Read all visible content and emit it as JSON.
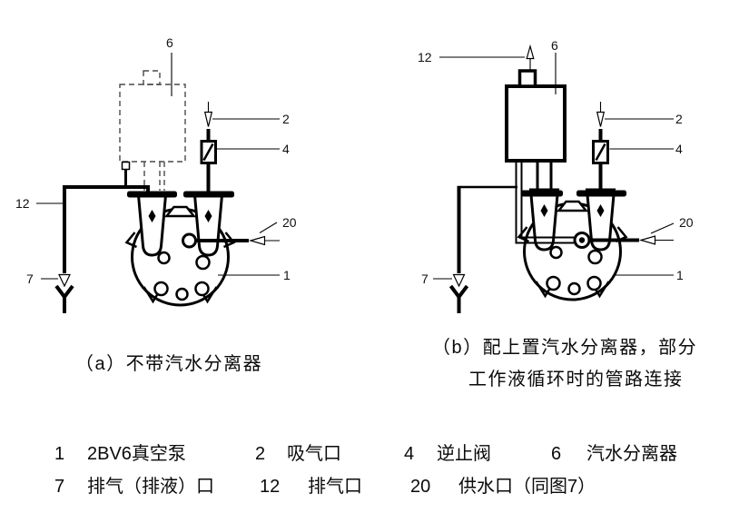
{
  "page": {
    "background": "#ffffff",
    "line_color": "#000000"
  },
  "diagram_a": {
    "caption": "（a）不带汽水分离器",
    "labels": {
      "separator": "6",
      "suction_port": "2",
      "check_valve": "4",
      "exhaust_port": "12",
      "drain_port": "7",
      "water_supply_port": "20",
      "pump": "1"
    }
  },
  "diagram_b": {
    "caption_line1": "（b）配上置汽水分离器，部分",
    "caption_line2": "工作液循环时的管路连接",
    "labels": {
      "exhaust_port": "12",
      "separator": "6",
      "suction_port": "2",
      "check_valve": "4",
      "drain_port": "7",
      "water_supply_port": "20",
      "pump": "1"
    }
  },
  "legend": {
    "row1": [
      {
        "num": "1",
        "term": "2BV6真空泵"
      },
      {
        "num": "2",
        "term": "吸气口"
      },
      {
        "num": "4",
        "term": "逆止阀"
      },
      {
        "num": "6",
        "term": "汽水分离器"
      }
    ],
    "row2": [
      {
        "num": "7",
        "term": "排气（排液）口"
      },
      {
        "num": "12",
        "term": "排气口"
      },
      {
        "num": "20",
        "term": "供水口（同图7）"
      }
    ]
  }
}
